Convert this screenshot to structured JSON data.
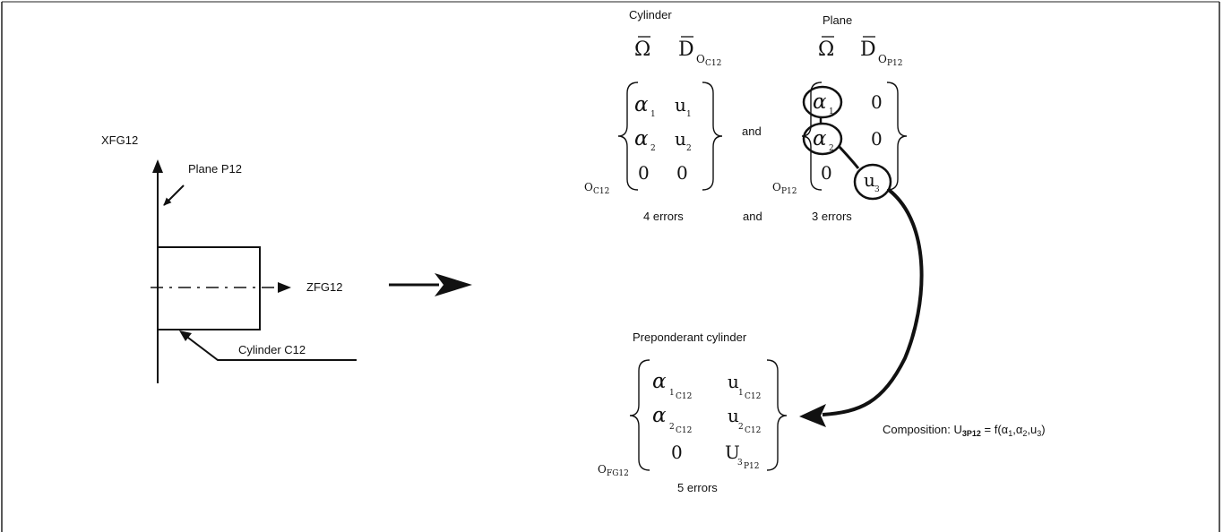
{
  "left_diagram": {
    "x_axis_label": "XFG12",
    "z_axis_label": "ZFG12",
    "plane_label": "Plane P12",
    "cylinder_label": "Cylinder C12"
  },
  "cylinder_block": {
    "title": "Cylinder",
    "col1_symbol": "Ω",
    "col2_symbol": "D",
    "col2_subscript": "O",
    "col2_subsubscript": "C12",
    "rows": [
      {
        "a": "α",
        "a_sub": "1",
        "u": "u",
        "u_sub": "1"
      },
      {
        "a": "α",
        "a_sub": "2",
        "u": "u",
        "u_sub": "2"
      },
      {
        "a": "0",
        "a_sub": "",
        "u": "0",
        "u_sub": ""
      }
    ],
    "origin": "O",
    "origin_sub": "C12",
    "errors": "4 errors"
  },
  "plane_block": {
    "title": "Plane",
    "col1_symbol": "Ω",
    "col2_symbol": "D",
    "col2_subscript": "O",
    "col2_subsubscript": "P12",
    "rows": [
      {
        "a": "α",
        "a_sub": "1",
        "u": "0"
      },
      {
        "a": "α",
        "a_sub": "2",
        "u": "0"
      },
      {
        "a": "0",
        "a_sub": "",
        "u": "u",
        "u_sub": "3"
      }
    ],
    "origin": "O",
    "origin_sub": "P12",
    "errors": "3 errors"
  },
  "connectors": {
    "and_middle": "and",
    "and_bottom": "and"
  },
  "result_block": {
    "title": "Preponderant cylinder",
    "r1_a": "α",
    "r1_a_sub": "1",
    "r1_a_subsub": "C12",
    "r1_u": "u",
    "r1_u_sub": "1",
    "r1_u_subsub": "C12",
    "r2_a": "α",
    "r2_a_sub": "2",
    "r2_a_subsub": "C12",
    "r2_u": "u",
    "r2_u_sub": "2",
    "r2_u_subsub": "C12",
    "r3_a": "0",
    "r3_u": "U",
    "r3_u_sub": "3",
    "r3_u_subsub": "P12",
    "origin": "O",
    "origin_sub": "FG12",
    "errors": "5 errors"
  },
  "composition": {
    "prefix": "Composition: U",
    "sub": "3P12",
    "eq": " = f(",
    "alpha": "α",
    "a1": "1",
    "a2": "2",
    "u": "u",
    "u3": "3",
    "comma": ",",
    "close": ")"
  }
}
